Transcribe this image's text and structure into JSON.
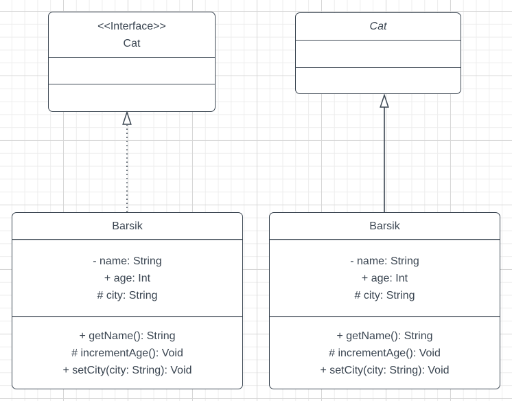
{
  "colors": {
    "stroke": "#3a4551",
    "text": "#3a4551",
    "shape_fill": "#ffffff",
    "canvas_bg": "#ffffff",
    "grid_minor": "#ededed",
    "grid_major": "#d6d6d6"
  },
  "uml": {
    "interface_cat": {
      "stereotype": "<<Interface>>",
      "name": "Cat"
    },
    "abstract_cat": {
      "name": "Cat"
    },
    "barsik_left": {
      "name": "Barsik",
      "attributes": [
        "- name: String",
        "+ age: Int",
        "# city: String"
      ],
      "methods": [
        "+ getName(): String",
        "# incrementAge(): Void",
        "+ setCity(city: String): Void"
      ]
    },
    "barsik_right": {
      "name": "Barsik",
      "attributes": [
        "- name: String",
        "+ age: Int",
        "# city: String"
      ],
      "methods": [
        "+ getName(): String",
        "# incrementAge(): Void",
        "+ setCity(city: String): Void"
      ]
    }
  }
}
